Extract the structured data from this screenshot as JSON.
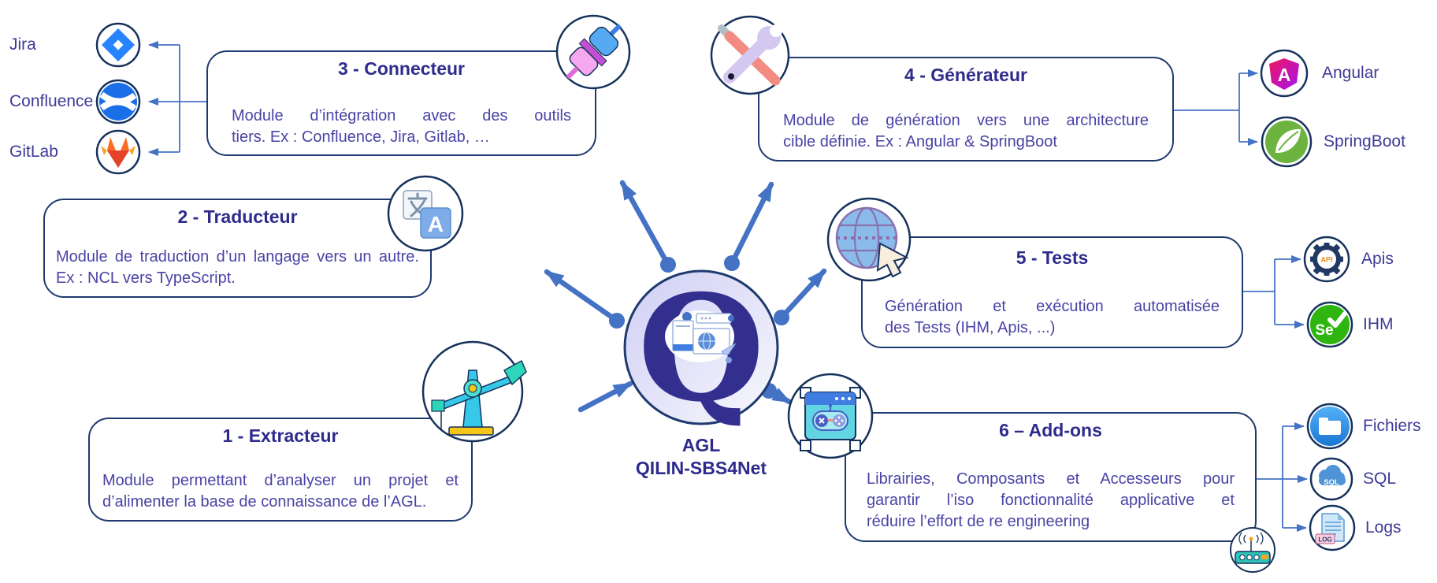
{
  "hub": {
    "letter": "Q",
    "icon": "q-logo-icon",
    "caption_line1": "AGL",
    "caption_line2": "QILIN-SBS4Net"
  },
  "modules": [
    {
      "title": "1 - Extracteur",
      "icon": "pump-jack-icon",
      "body_lines": [
        "Module permettant d’analyser un projet et",
        "d’alimenter la base de connaissance de l’AGL."
      ]
    },
    {
      "title": "2 - Traducteur",
      "icon": "translate-icon",
      "body_lines": [
        "Module de traduction d’un langage vers un autre.",
        "Ex : NCL vers TypeScript."
      ]
    },
    {
      "title": "3 - Connecteur",
      "icon": "plug-icon",
      "body_lines": [
        "Module d’intégration avec des outils",
        "tiers. Ex : Confluence, Jira, Gitlab, …"
      ]
    },
    {
      "title": "4 - Générateur",
      "icon": "tools-icon",
      "body_lines": [
        "Module de génération vers une architecture",
        "cible définie. Ex : Angular & SpringBoot"
      ]
    },
    {
      "title": "5 - Tests",
      "icon": "globe-cursor-icon",
      "body_lines": [
        "Génération et exécution automatisée",
        "des Tests (IHM, Apis, ...)"
      ]
    },
    {
      "title": "6 – Add-ons",
      "icon": "addon-window-icon",
      "corner_icon": "router-icon",
      "body_lines": [
        "Librairies, Composants et Accesseurs pour",
        "garantir l’iso fonctionnalité applicative et",
        "réduire l’effort de re engineering"
      ]
    }
  ],
  "connector_targets": [
    {
      "label": "Jira",
      "icon": "jira-icon"
    },
    {
      "label": "Confluence",
      "icon": "confluence-icon"
    },
    {
      "label": "GitLab",
      "icon": "gitlab-icon"
    }
  ],
  "generator_targets": [
    {
      "label": "Angular",
      "icon": "angular-icon"
    },
    {
      "label": "SpringBoot",
      "icon": "springboot-icon"
    }
  ],
  "tests_targets": [
    {
      "label": "Apis",
      "icon": "api-gear-icon"
    },
    {
      "label": "IHM",
      "icon": "selenium-icon"
    }
  ],
  "addons_targets": [
    {
      "label": "Fichiers",
      "icon": "folder-icon"
    },
    {
      "label": "SQL",
      "icon": "sql-cloud-icon"
    },
    {
      "label": "Logs",
      "icon": "log-file-icon"
    }
  ],
  "colors": {
    "accent_blue": "#4472c4",
    "box_border": "#1e3a6e",
    "title_text": "#2e2b8c",
    "body_text": "#4a43a5",
    "label_text": "#403a96"
  }
}
